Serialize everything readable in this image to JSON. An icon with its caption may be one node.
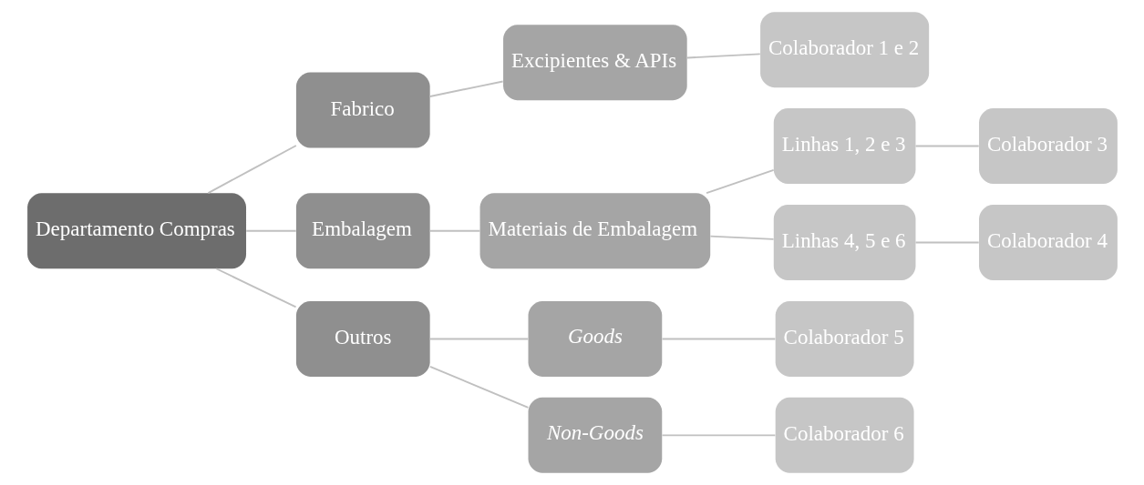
{
  "diagram": {
    "nodes": [
      {
        "text": [
          "Departamento Compras"
        ]
      },
      {
        "text": [
          "Fabrico"
        ]
      },
      {
        "text": [
          "Embalagem"
        ]
      },
      {
        "text": [
          "Outros"
        ]
      },
      {
        "text": [
          "Excipientes & APIs"
        ]
      },
      {
        "text": [
          "Materiais de Embalagem"
        ]
      },
      {
        "text": [
          "Goods"
        ]
      },
      {
        "text": [
          "Non-Goods"
        ]
      },
      {
        "text": [
          "Colaborador 1 e 2"
        ]
      },
      {
        "text": [
          "Linhas 1, 2 e 3"
        ]
      },
      {
        "text": [
          "Linhas 4, 5 e 6"
        ]
      },
      {
        "text": [
          "Colaborador 5"
        ]
      },
      {
        "text": [
          "Colaborador 6"
        ]
      },
      {
        "text": [
          "Colaborador 3"
        ]
      },
      {
        "text": [
          "Colaborador 4"
        ]
      }
    ],
    "edges": [
      {
        "from": 0,
        "to": 1,
        "arrow": "none"
      },
      {
        "from": 0,
        "to": 2,
        "arrow": "none"
      },
      {
        "from": 0,
        "to": 3,
        "arrow": "none"
      },
      {
        "from": 1,
        "to": 4,
        "arrow": "none"
      },
      {
        "from": 2,
        "to": 5,
        "arrow": "none"
      },
      {
        "from": 3,
        "to": 6,
        "arrow": "none"
      },
      {
        "from": 3,
        "to": 7,
        "arrow": "none"
      },
      {
        "from": 4,
        "to": 8,
        "arrow": "none"
      },
      {
        "from": 5,
        "to": 9,
        "arrow": "none"
      },
      {
        "from": 5,
        "to": 10,
        "arrow": "none"
      },
      {
        "from": 6,
        "to": 11,
        "arrow": "none"
      },
      {
        "from": 7,
        "to": 12,
        "arrow": "none"
      },
      {
        "from": 9,
        "to": 13,
        "arrow": "none"
      },
      {
        "from": 10,
        "to": 14,
        "arrow": "none"
      }
    ]
  }
}
